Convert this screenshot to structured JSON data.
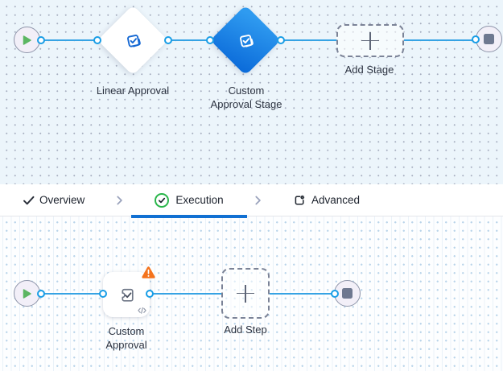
{
  "stage_canvas": {
    "stages": [
      {
        "label": "Linear Approval",
        "selected": false
      },
      {
        "label": "Custom Approval Stage",
        "selected": true
      }
    ],
    "add_label": "Add Stage"
  },
  "tab_bar": {
    "tabs": [
      {
        "label": "Overview",
        "active": false
      },
      {
        "label": "Execution",
        "active": true
      },
      {
        "label": "Advanced",
        "active": false
      }
    ]
  },
  "step_canvas": {
    "steps": [
      {
        "label": "Custom Approval",
        "has_warning": true,
        "has_code_badge": true
      }
    ],
    "add_label": "Add Step"
  },
  "icons": {
    "start": "play-icon",
    "end": "stop-icon",
    "stage": "approval-check-icon",
    "selected_stage": "approval-check-icon",
    "add": "plus-icon",
    "overview_tab": "check-icon",
    "execution_tab": "check-circle-icon",
    "advanced_tab": "board-gear-icon",
    "tab_separator": "chevron-right-icon",
    "step": "puzzle-check-icon",
    "step_warning": "warning-triangle-icon",
    "step_code": "code-icon"
  },
  "colors": {
    "canvas_stage_bg": "#ecf5fb",
    "canvas_step_bg": "#fdfeff",
    "connector_blue": "#36a3e4",
    "port_blue": "#189de6",
    "selected_stage_blue_top": "#2f9bf0",
    "selected_stage_blue_bottom": "#0c6cda",
    "active_tab_underline": "#1170d2",
    "execution_green": "#29b64a",
    "warning_orange": "#f4731d",
    "start_green": "#5cb662",
    "end_gray": "#6e7890"
  }
}
